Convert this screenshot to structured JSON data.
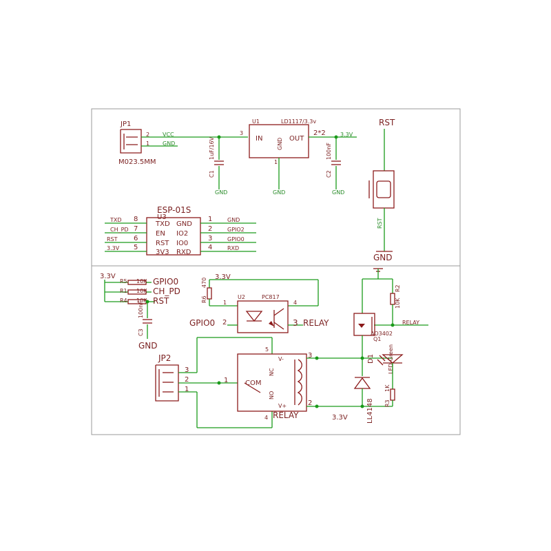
{
  "jp1": {
    "name": "JP1",
    "value": "M023.5MM",
    "pin2": "2",
    "pin1": "1",
    "net2": "VCC",
    "net1": "GND"
  },
  "u1": {
    "name": "U1",
    "value": "LD1117/3.3v",
    "in_label": "IN",
    "gnd_label": "GND",
    "out_label": "OUT",
    "pin_in": "3",
    "pin_gnd": "1",
    "pin_out": "2*2",
    "net_out": "3.3V"
  },
  "c1": {
    "name": "C1",
    "value": "1uF/16V",
    "gnd": "GND"
  },
  "c2": {
    "name": "C2",
    "value": "100nF",
    "gnd": "GND"
  },
  "u1_gnd": "GND",
  "rst_switch": {
    "net_top": "RST",
    "net_mid": "RST",
    "gnd": "GND"
  },
  "u3": {
    "name": "ESP-01S",
    "ref": "U3",
    "left_pins": [
      {
        "num": "8",
        "label": "TXD",
        "net": "TXD"
      },
      {
        "num": "7",
        "label": "EN",
        "net": "CH_PD"
      },
      {
        "num": "6",
        "label": "RST",
        "net": "RST"
      },
      {
        "num": "5",
        "label": "3V3",
        "net": "3.3V"
      }
    ],
    "right_pins": [
      {
        "num": "1",
        "label": "GND",
        "net": "GND"
      },
      {
        "num": "2",
        "label": "IO2",
        "net": "GPIO2"
      },
      {
        "num": "3",
        "label": "IO0",
        "net": "GPIO0"
      },
      {
        "num": "4",
        "label": "RXD",
        "net": "RXD"
      }
    ]
  },
  "pullups": {
    "supply": "3.3V",
    "rows": [
      {
        "ref": "R5",
        "val": "10K",
        "net": "GPIO0"
      },
      {
        "ref": "R1",
        "val": "10K",
        "net": "CH_PD"
      },
      {
        "ref": "R4",
        "val": "10K",
        "net": "RST"
      }
    ],
    "c3": {
      "name": "C3",
      "value": "100nF",
      "gnd": "GND"
    }
  },
  "opto": {
    "u2": "U2",
    "part": "PC817",
    "r6": "R6",
    "r6_val": "470",
    "supply": "3.3V",
    "pin1": "1",
    "pin2": "2",
    "pin3": "3",
    "pin4": "4",
    "net_in": "GPIO0",
    "net_out": "RELAY"
  },
  "jp2": {
    "name": "JP2",
    "pins": [
      "3",
      "2",
      "1"
    ]
  },
  "relay": {
    "name": "RELAY",
    "com": "COM",
    "nc": "NC",
    "no": "NO",
    "vminus": "V-",
    "vplus": "V+",
    "p1": "1",
    "p3": "3",
    "p2": "2",
    "p4": "4",
    "p5": "5",
    "supply": "3.3V"
  },
  "driver": {
    "q1": "Q1",
    "q1_val": "AO3402",
    "r2": "R2",
    "r2_val": "10K",
    "net": "RELAY",
    "d1": "D1",
    "d1_val": "LL4148",
    "led": "LED-Green",
    "r3": "R3",
    "r3_val": "1K"
  }
}
